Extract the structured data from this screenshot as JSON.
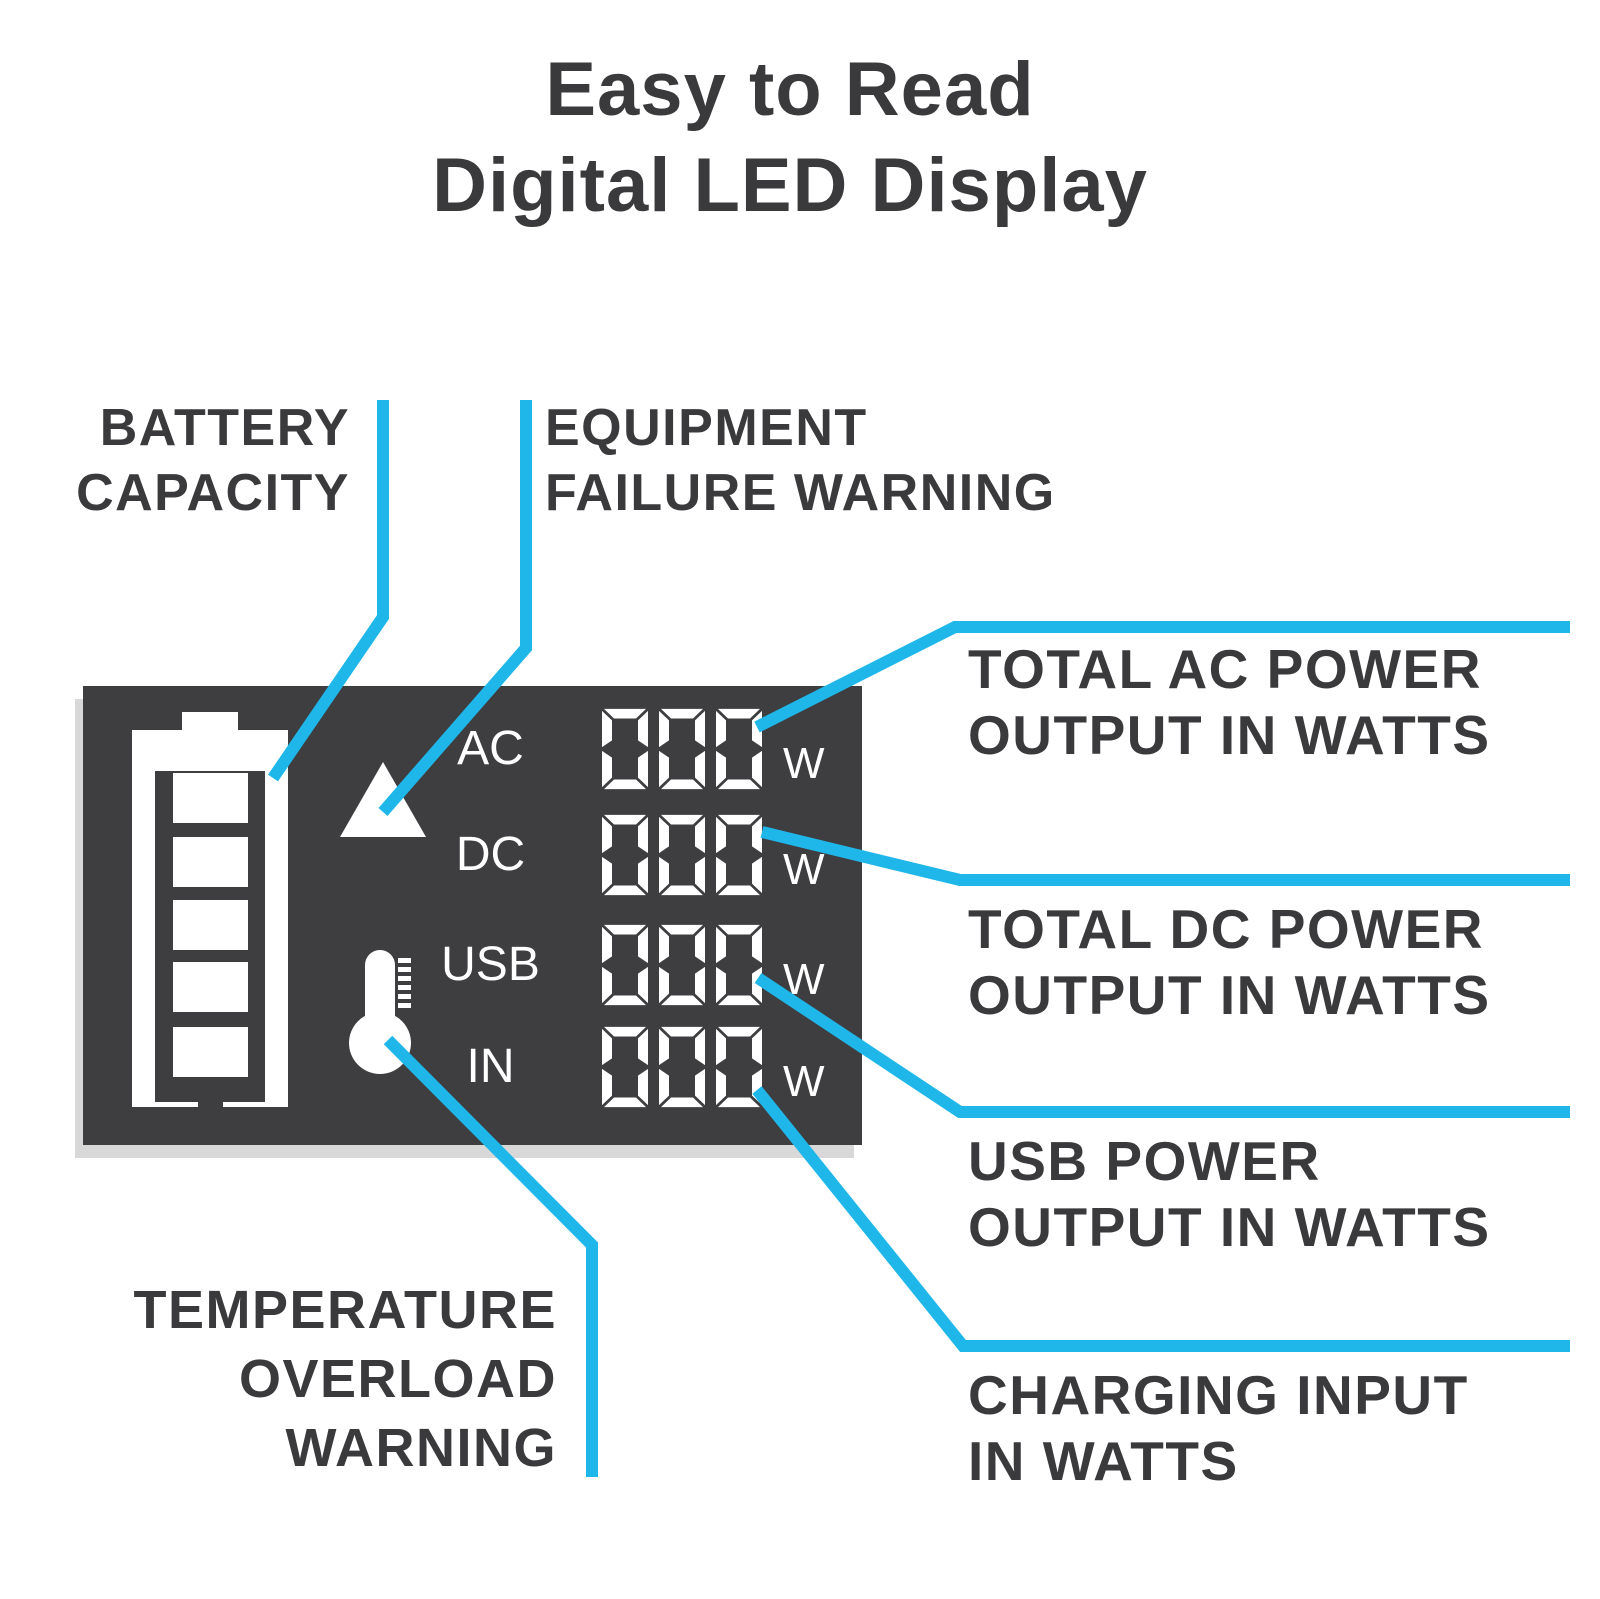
{
  "title": {
    "line1": "Easy to Read",
    "line2": "Digital LED Display"
  },
  "display": {
    "rows": [
      {
        "label": "AC",
        "value": "000",
        "unit": "W"
      },
      {
        "label": "DC",
        "value": "000",
        "unit": "W"
      },
      {
        "label": "USB",
        "value": "000",
        "unit": "W"
      },
      {
        "label": "IN",
        "value": "000",
        "unit": "W"
      }
    ],
    "icons": {
      "battery_bars": 5,
      "thermometer_ticks": 6
    }
  },
  "callouts": {
    "battery_capacity": {
      "line1": "BATTERY",
      "line2": "CAPACITY"
    },
    "equipment_failure": {
      "line1": "EQUIPMENT",
      "line2": "FAILURE WARNING"
    },
    "ac_output": {
      "line1": "TOTAL AC POWER",
      "line2": "OUTPUT IN WATTS"
    },
    "dc_output": {
      "line1": "TOTAL DC POWER",
      "line2": "OUTPUT IN WATTS"
    },
    "usb_output": {
      "line1": "USB POWER",
      "line2": "OUTPUT IN WATTS"
    },
    "charging_input": {
      "line1": "CHARGING INPUT",
      "line2": "IN WATTS"
    },
    "temperature_overload": {
      "line1": "TEMPERATURE",
      "line2": "OVERLOAD",
      "line3": "WARNING"
    }
  },
  "colors": {
    "accent": "#1fb7e9",
    "panel_bg": "#3e3d40",
    "panel_shadow": "#d8d8d8",
    "text": "#3a3a3c",
    "display_fg": "#ffffff"
  }
}
